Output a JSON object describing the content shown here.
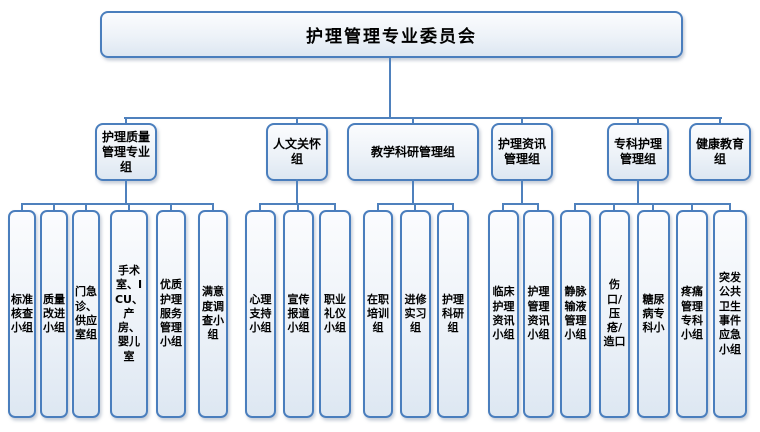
{
  "org": {
    "title": "护理管理专业委员会",
    "groups": [
      {
        "label": "护理质量管理专业组",
        "children": [
          "标准核查小组",
          "质量改进小组",
          "门急诊、供应室组",
          "手术室、ICU、产房、婴儿室",
          "优质护理服务管理小组",
          "满意度调查小组"
        ]
      },
      {
        "label": "人文关怀组",
        "children": [
          "心理支持小组",
          "宣传报道小组",
          "职业礼仪小组"
        ]
      },
      {
        "label": "教学科研管理组",
        "children": [
          "在职培训组",
          "进修实习组",
          "护理科研组"
        ]
      },
      {
        "label": "护理资讯管理组",
        "children": [
          "临床护理资讯小组",
          "护理管理资讯小组"
        ]
      },
      {
        "label": "专科护理管理组",
        "children": [
          "静脉输液管理小组",
          "伤口/压疮/造口",
          "糖尿病专科小",
          "疼痛管理专科小组",
          "突发公共卫生事件应急小组"
        ]
      },
      {
        "label": "健康教育组",
        "children": []
      }
    ],
    "colors": {
      "box_border": "#4a7ebd",
      "box_fill_light": "#f5f8fc",
      "box_fill_dark": "#dde7f2",
      "connector": "#4f81bd",
      "text": "#000000"
    }
  }
}
